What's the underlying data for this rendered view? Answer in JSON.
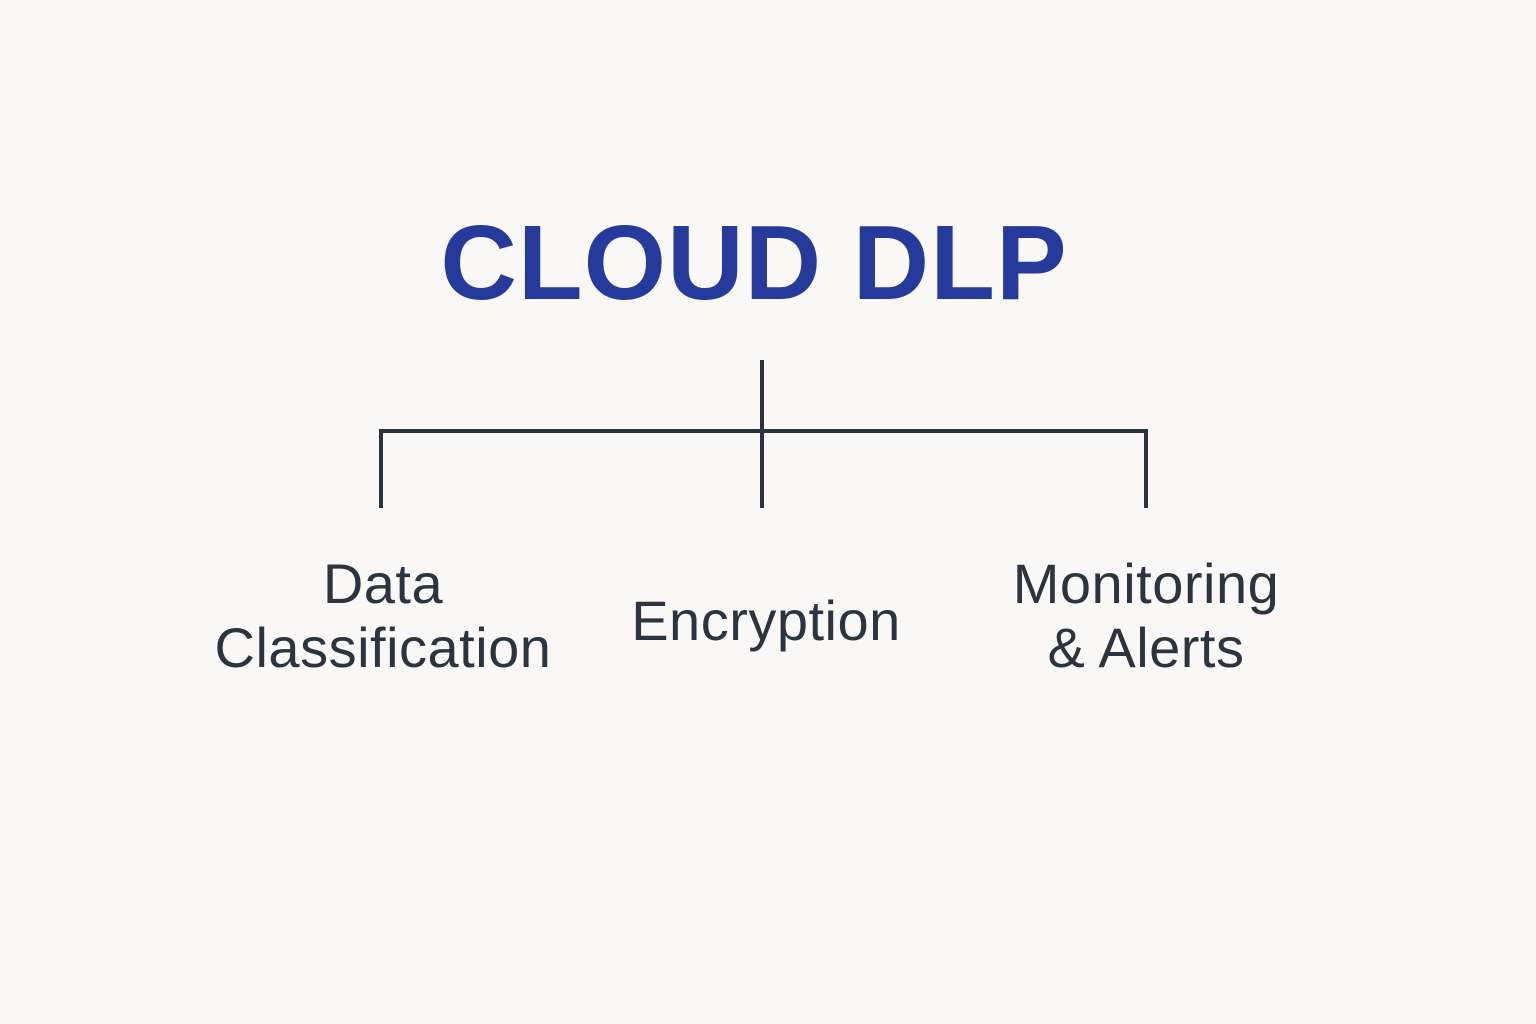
{
  "title": "CLOUD DLP",
  "colors": {
    "background": "#f9f8f6",
    "title": "#253a9a",
    "connector": "#2b323b",
    "label": "#2c3440"
  },
  "children": [
    {
      "lines": [
        "Data",
        "Classification"
      ]
    },
    {
      "lines": [
        "Encryption"
      ]
    },
    {
      "lines": [
        "Monitoring",
        "& Alerts"
      ]
    }
  ]
}
